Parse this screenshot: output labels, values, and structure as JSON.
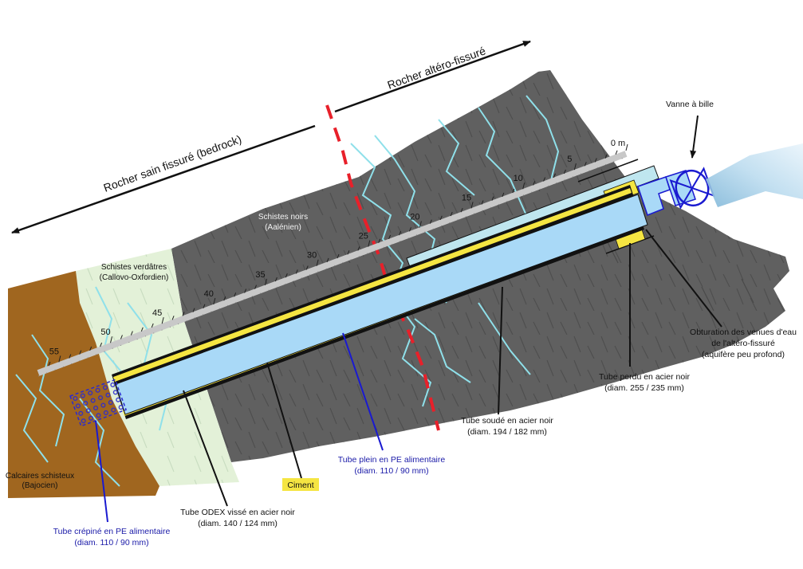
{
  "zones": {
    "sound_rock": "Rocher sain fissuré (bedrock)",
    "weathered_rock": "Rocher altéro-fissuré"
  },
  "layers": {
    "black_schists": [
      "Schistes noirs",
      "(Aalénien)"
    ],
    "green_schists": [
      "Schistes verdâtres",
      "(Callovo-Oxfordien)"
    ],
    "limestone": [
      "Calcaires schisteux",
      "(Bajocien)"
    ]
  },
  "valve": "Vanne à bille",
  "scale": {
    "zero_label": "0 m",
    "labels": [
      "5",
      "10",
      "15",
      "20",
      "25",
      "30",
      "35",
      "40",
      "45",
      "50",
      "55"
    ]
  },
  "callouts": {
    "obturation": [
      "Obturation des venues d'eau",
      "de l'altéro-fissuré",
      "(aquifère peu profond)"
    ],
    "tube_perdu": [
      "Tube perdu en acier noir",
      "(diam. 255 / 235 mm)"
    ],
    "tube_soude": [
      "Tube soudé en acier noir",
      "(diam. 194 / 182 mm)"
    ],
    "tube_plein": [
      "Tube plein en PE alimentaire",
      "(diam. 110 / 90 mm)"
    ],
    "ciment": "Ciment",
    "tube_odex": [
      "Tube ODEX vissé en acier noir",
      "(diam. 140 / 124 mm)"
    ],
    "tube_crepine": [
      "Tube crépiné en PE alimentaire",
      "(diam. 110 / 90 mm)"
    ]
  },
  "colors": {
    "black_schist": "#5f5f5f",
    "green_schist": "#e3f1d8",
    "limestone": "#a0661f",
    "water": "#a8dcf5",
    "pe_tube": "#a9d9f7",
    "cement": "#f5e542",
    "boundary": "#e8202a",
    "blue_text": "#1a1aa8"
  }
}
